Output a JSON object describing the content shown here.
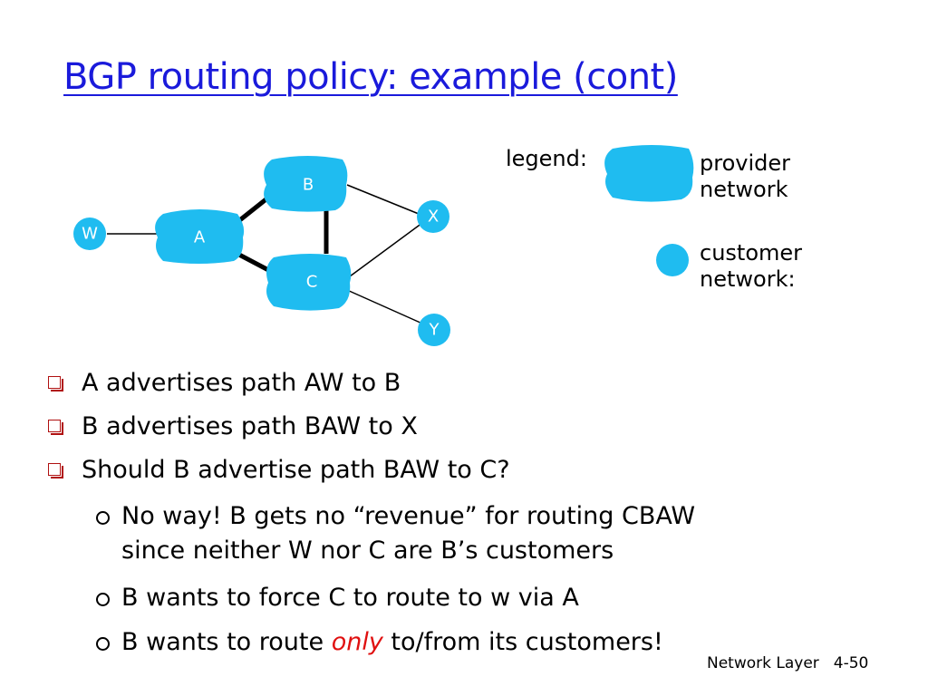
{
  "title": "BGP routing policy: example  (cont)",
  "diagram": {
    "nodes": {
      "W": "W",
      "A": "A",
      "B": "B",
      "C": "C",
      "X": "X",
      "Y": "Y"
    }
  },
  "legend": {
    "label": "legend:",
    "provider_line1": "provider",
    "provider_line2": "network",
    "customer_line1": "customer",
    "customer_line2": "network:",
    "provider_color": "#1fbcf0",
    "customer_color": "#1fbcf0"
  },
  "bullets": [
    "A advertises path AW  to B",
    "B advertises path BAW to X",
    "Should B advertise path BAW to C?"
  ],
  "subbullets": {
    "s1_line1": "No way! B gets no “revenue” for routing CBAW",
    "s1_line2": "since neither W nor C are B’s customers",
    "s2": "B wants to force C to route to w via A",
    "s3_pre": "B wants to route ",
    "s3_emph": "only",
    "s3_post": " to/from its customers!"
  },
  "footer": {
    "section": "Network Layer",
    "page": "4-50"
  },
  "colors": {
    "title": "#1a1adb",
    "network_fill": "#1fbcf0",
    "emphasis": "#e01010",
    "bullet": "#b01010"
  }
}
